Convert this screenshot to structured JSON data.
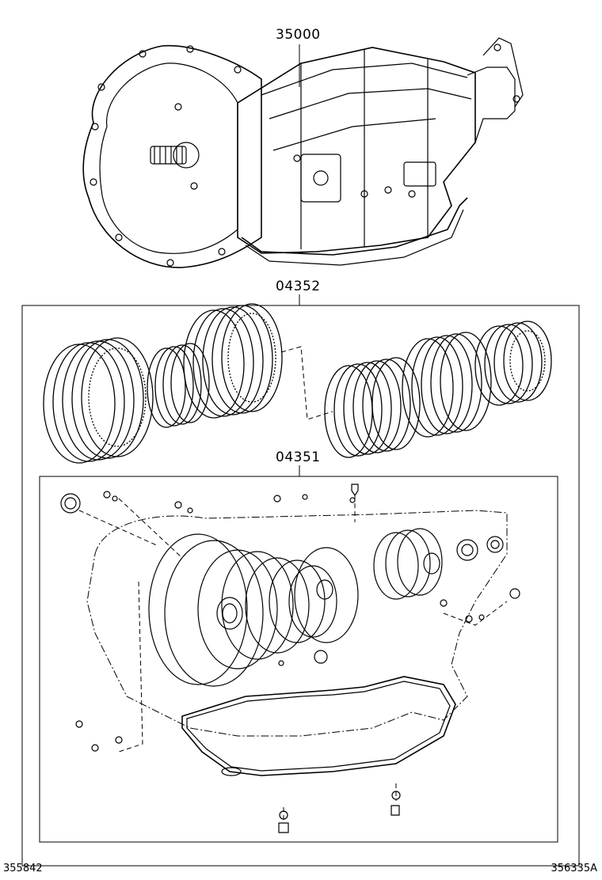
{
  "parts": {
    "transmission_assy": "35000",
    "overhaul_kit_clutch_plates": "04352",
    "overhaul_gasket_kit": "04351"
  },
  "footer": {
    "left_code": "355842",
    "right_code": "356335A"
  },
  "colors": {
    "line": "#000000",
    "background": "#ffffff"
  }
}
